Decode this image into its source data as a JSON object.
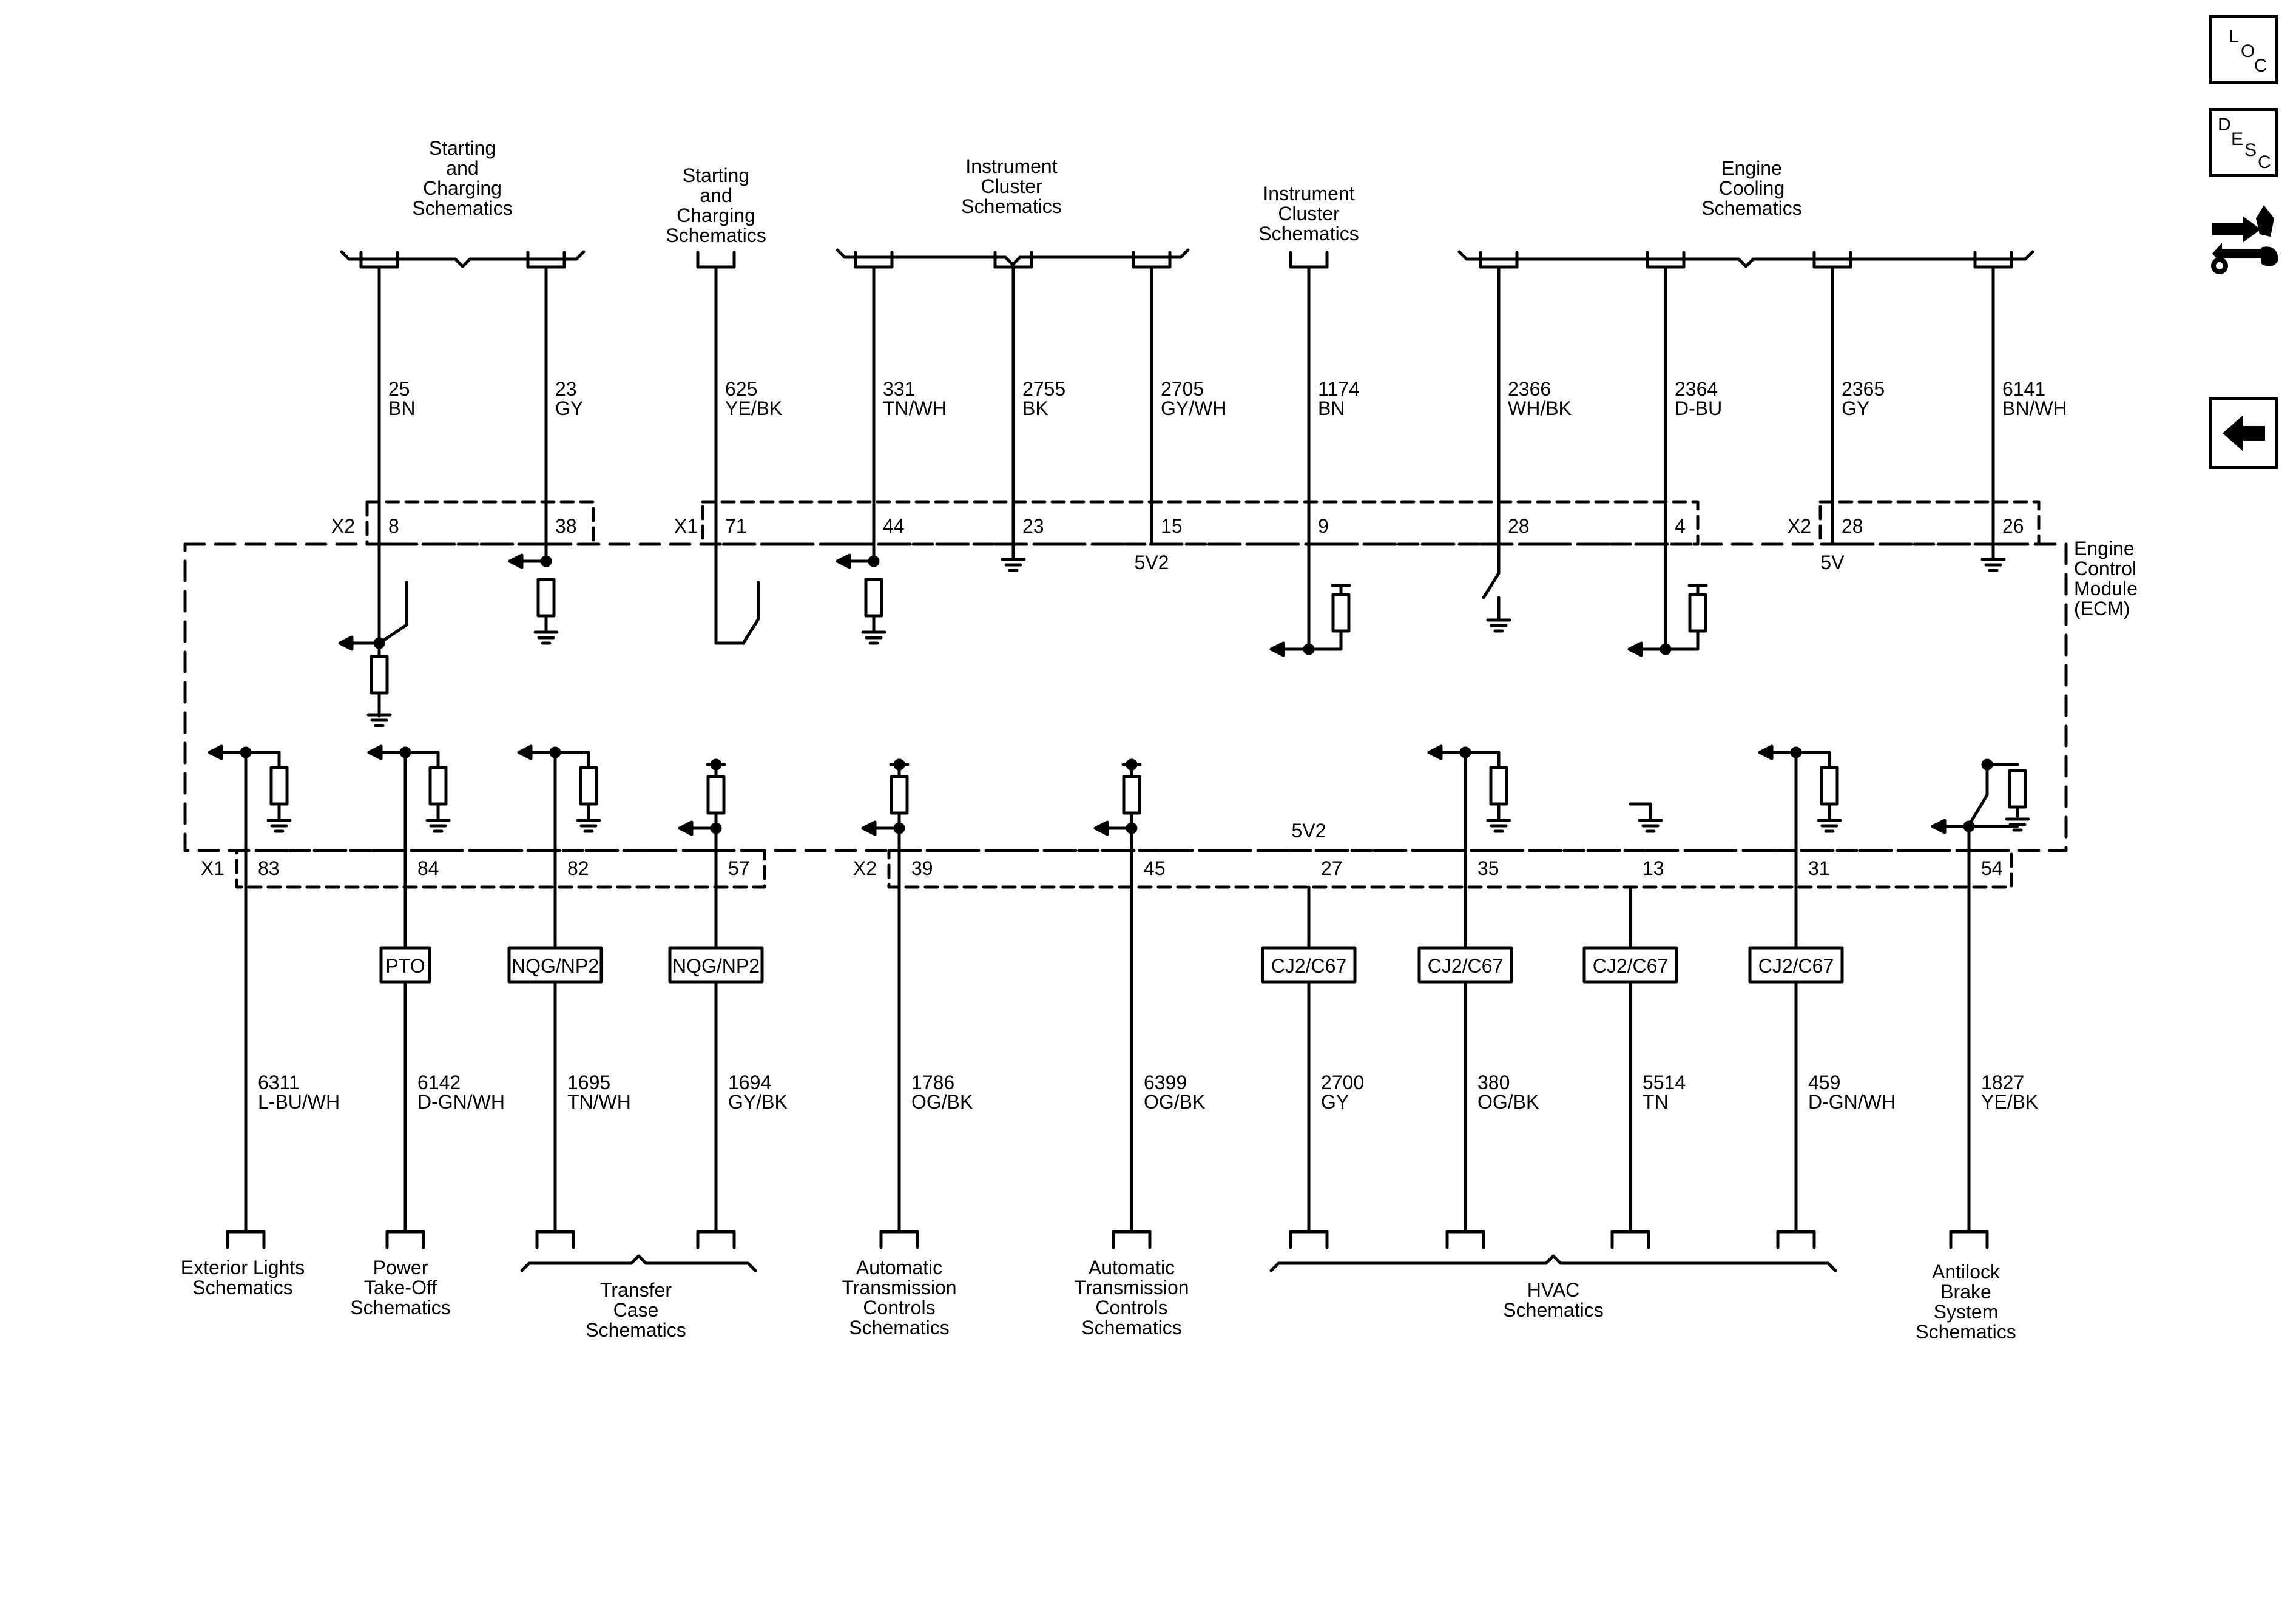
{
  "ecm_label": [
    "Engine",
    "Control",
    "Module",
    "(ECM)"
  ],
  "top_groups": [
    {
      "lines": [
        "Starting",
        "and",
        "Charging",
        "Schematics"
      ]
    },
    {
      "lines": [
        "Starting",
        "and",
        "Charging",
        "Schematics"
      ]
    },
    {
      "lines": [
        "Instrument",
        "Cluster",
        "Schematics"
      ]
    },
    {
      "lines": [
        "Instrument",
        "Cluster",
        "Schematics"
      ]
    },
    {
      "lines": [
        "Engine",
        "Cooling",
        "Schematics"
      ]
    }
  ],
  "top_connectors": [
    {
      "label": "X2"
    },
    {
      "label": "X1"
    },
    {
      "label": "X2"
    }
  ],
  "top_wires": [
    {
      "circuit": "25",
      "color": "BN",
      "pin": "8"
    },
    {
      "circuit": "23",
      "color": "GY",
      "pin": "38"
    },
    {
      "circuit": "625",
      "color": "YE/BK",
      "pin": "71"
    },
    {
      "circuit": "331",
      "color": "TN/WH",
      "pin": "44"
    },
    {
      "circuit": "2755",
      "color": "BK",
      "pin": "23"
    },
    {
      "circuit": "2705",
      "color": "GY/WH",
      "pin": "15"
    },
    {
      "circuit": "1174",
      "color": "BN",
      "pin": "9"
    },
    {
      "circuit": "2366",
      "color": "WH/BK",
      "pin": "28"
    },
    {
      "circuit": "2364",
      "color": "D-BU",
      "pin": "4"
    },
    {
      "circuit": "2365",
      "color": "GY",
      "pin": "28"
    },
    {
      "circuit": "6141",
      "color": "BN/WH",
      "pin": "26"
    }
  ],
  "top_supply_labels": [
    "5V2",
    "5V"
  ],
  "bottom_connectors": [
    {
      "label": "X1"
    },
    {
      "label": "X2"
    }
  ],
  "bottom_supply_label": "5V2",
  "bottom_wires": [
    {
      "circuit": "6311",
      "color": "L-BU/WH",
      "pin": "83",
      "option": ""
    },
    {
      "circuit": "6142",
      "color": "D-GN/WH",
      "pin": "84",
      "option": "PTO"
    },
    {
      "circuit": "1695",
      "color": "TN/WH",
      "pin": "82",
      "option": "NQG/NP2"
    },
    {
      "circuit": "1694",
      "color": "GY/BK",
      "pin": "57",
      "option": "NQG/NP2"
    },
    {
      "circuit": "1786",
      "color": "OG/BK",
      "pin": "39",
      "option": ""
    },
    {
      "circuit": "6399",
      "color": "OG/BK",
      "pin": "45",
      "option": ""
    },
    {
      "circuit": "2700",
      "color": "GY",
      "pin": "27",
      "option": "CJ2/C67"
    },
    {
      "circuit": "380",
      "color": "OG/BK",
      "pin": "35",
      "option": "CJ2/C67"
    },
    {
      "circuit": "5514",
      "color": "TN",
      "pin": "13",
      "option": "CJ2/C67"
    },
    {
      "circuit": "459",
      "color": "D-GN/WH",
      "pin": "31",
      "option": "CJ2/C67"
    },
    {
      "circuit": "1827",
      "color": "YE/BK",
      "pin": "54",
      "option": ""
    }
  ],
  "bottom_groups": [
    {
      "lines": [
        "Exterior Lights",
        "Schematics"
      ]
    },
    {
      "lines": [
        "Power",
        "Take-Off",
        "Schematics"
      ]
    },
    {
      "lines": [
        "Transfer",
        "Case",
        "Schematics"
      ]
    },
    {
      "lines": [
        "Automatic",
        "Transmission",
        "Controls",
        "Schematics"
      ]
    },
    {
      "lines": [
        "Automatic",
        "Transmission",
        "Controls",
        "Schematics"
      ]
    },
    {
      "lines": [
        "HVAC",
        "Schematics"
      ]
    },
    {
      "lines": [
        "Antilock",
        "Brake",
        "System",
        "Schematics"
      ]
    }
  ],
  "nav": {
    "loc": [
      "L",
      "O",
      "C"
    ],
    "desc": [
      "D",
      "E",
      "S",
      "C"
    ],
    "connector_icon": "connector-icon",
    "back_icon": "back-arrow-icon"
  }
}
